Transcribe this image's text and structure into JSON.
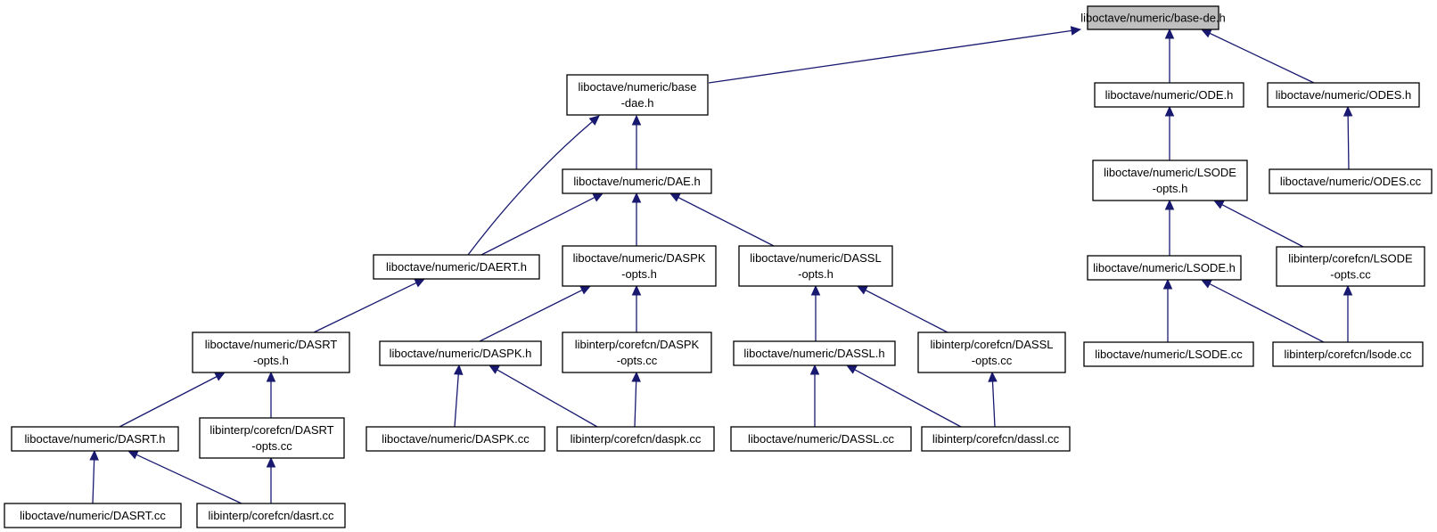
{
  "colors": {
    "edge": "#191970",
    "root_fill": "#bfbfbf",
    "node_fill": "#ffffff",
    "node_stroke": "#000000"
  },
  "nodes": [
    {
      "id": "base-de-h",
      "lines": [
        "liboctave/numeric/base-de.h"
      ],
      "root": true
    },
    {
      "id": "base-dae-h",
      "lines": [
        "liboctave/numeric/base",
        "-dae.h"
      ]
    },
    {
      "id": "ode-h",
      "lines": [
        "liboctave/numeric/ODE.h"
      ]
    },
    {
      "id": "odes-h",
      "lines": [
        "liboctave/numeric/ODES.h"
      ]
    },
    {
      "id": "dae-h",
      "lines": [
        "liboctave/numeric/DAE.h"
      ]
    },
    {
      "id": "lsode-opts-h",
      "lines": [
        "liboctave/numeric/LSODE",
        "-opts.h"
      ]
    },
    {
      "id": "odes-cc",
      "lines": [
        "liboctave/numeric/ODES.cc"
      ]
    },
    {
      "id": "daert-h",
      "lines": [
        "liboctave/numeric/DAERT.h"
      ]
    },
    {
      "id": "daspk-opts-h",
      "lines": [
        "liboctave/numeric/DASPK",
        "-opts.h"
      ]
    },
    {
      "id": "dassl-opts-h",
      "lines": [
        "liboctave/numeric/DASSL",
        "-opts.h"
      ]
    },
    {
      "id": "lsode-h",
      "lines": [
        "liboctave/numeric/LSODE.h"
      ]
    },
    {
      "id": "corefcn-lsode-opts-cc",
      "lines": [
        "libinterp/corefcn/LSODE",
        "-opts.cc"
      ]
    },
    {
      "id": "dasrt-opts-h",
      "lines": [
        "liboctave/numeric/DASRT",
        "-opts.h"
      ]
    },
    {
      "id": "daspk-h",
      "lines": [
        "liboctave/numeric/DASPK.h"
      ]
    },
    {
      "id": "corefcn-daspk-opts-cc",
      "lines": [
        "libinterp/corefcn/DASPK",
        "-opts.cc"
      ]
    },
    {
      "id": "dassl-h",
      "lines": [
        "liboctave/numeric/DASSL.h"
      ]
    },
    {
      "id": "corefcn-dassl-opts-cc",
      "lines": [
        "libinterp/corefcn/DASSL",
        "-opts.cc"
      ]
    },
    {
      "id": "lsode-cc",
      "lines": [
        "liboctave/numeric/LSODE.cc"
      ]
    },
    {
      "id": "corefcn-lsode-cc",
      "lines": [
        "libinterp/corefcn/lsode.cc"
      ]
    },
    {
      "id": "dasrt-h",
      "lines": [
        "liboctave/numeric/DASRT.h"
      ]
    },
    {
      "id": "corefcn-dasrt-opts-cc",
      "lines": [
        "libinterp/corefcn/DASRT",
        "-opts.cc"
      ]
    },
    {
      "id": "daspk-cc",
      "lines": [
        "liboctave/numeric/DASPK.cc"
      ]
    },
    {
      "id": "corefcn-daspk-cc",
      "lines": [
        "libinterp/corefcn/daspk.cc"
      ]
    },
    {
      "id": "dassl-cc",
      "lines": [
        "liboctave/numeric/DASSL.cc"
      ]
    },
    {
      "id": "corefcn-dassl-cc",
      "lines": [
        "libinterp/corefcn/dassl.cc"
      ]
    },
    {
      "id": "dasrt-cc",
      "lines": [
        "liboctave/numeric/DASRT.cc"
      ]
    },
    {
      "id": "corefcn-dasrt-cc",
      "lines": [
        "libinterp/corefcn/dasrt.cc"
      ]
    }
  ],
  "edges": [
    {
      "from": "base-dae-h",
      "to": "base-de-h"
    },
    {
      "from": "ode-h",
      "to": "base-de-h"
    },
    {
      "from": "odes-h",
      "to": "base-de-h"
    },
    {
      "from": "dae-h",
      "to": "base-dae-h"
    },
    {
      "from": "daert-h",
      "to": "base-dae-h"
    },
    {
      "from": "lsode-opts-h",
      "to": "ode-h"
    },
    {
      "from": "odes-cc",
      "to": "odes-h"
    },
    {
      "from": "daert-h",
      "to": "dae-h"
    },
    {
      "from": "daspk-opts-h",
      "to": "dae-h"
    },
    {
      "from": "dassl-opts-h",
      "to": "dae-h"
    },
    {
      "from": "lsode-h",
      "to": "lsode-opts-h"
    },
    {
      "from": "corefcn-lsode-opts-cc",
      "to": "lsode-opts-h"
    },
    {
      "from": "dasrt-opts-h",
      "to": "daert-h"
    },
    {
      "from": "daspk-h",
      "to": "daspk-opts-h"
    },
    {
      "from": "corefcn-daspk-opts-cc",
      "to": "daspk-opts-h"
    },
    {
      "from": "dassl-h",
      "to": "dassl-opts-h"
    },
    {
      "from": "corefcn-dassl-opts-cc",
      "to": "dassl-opts-h"
    },
    {
      "from": "lsode-cc",
      "to": "lsode-h"
    },
    {
      "from": "corefcn-lsode-cc",
      "to": "lsode-h"
    },
    {
      "from": "corefcn-lsode-cc",
      "to": "corefcn-lsode-opts-cc"
    },
    {
      "from": "dasrt-h",
      "to": "dasrt-opts-h"
    },
    {
      "from": "corefcn-dasrt-opts-cc",
      "to": "dasrt-opts-h"
    },
    {
      "from": "daspk-cc",
      "to": "daspk-h"
    },
    {
      "from": "corefcn-daspk-cc",
      "to": "daspk-h"
    },
    {
      "from": "corefcn-daspk-cc",
      "to": "corefcn-daspk-opts-cc"
    },
    {
      "from": "dassl-cc",
      "to": "dassl-h"
    },
    {
      "from": "corefcn-dassl-cc",
      "to": "dassl-h"
    },
    {
      "from": "corefcn-dassl-cc",
      "to": "corefcn-dassl-opts-cc"
    },
    {
      "from": "dasrt-cc",
      "to": "dasrt-h"
    },
    {
      "from": "corefcn-dasrt-cc",
      "to": "dasrt-h"
    },
    {
      "from": "corefcn-dasrt-cc",
      "to": "corefcn-dasrt-opts-cc"
    }
  ]
}
